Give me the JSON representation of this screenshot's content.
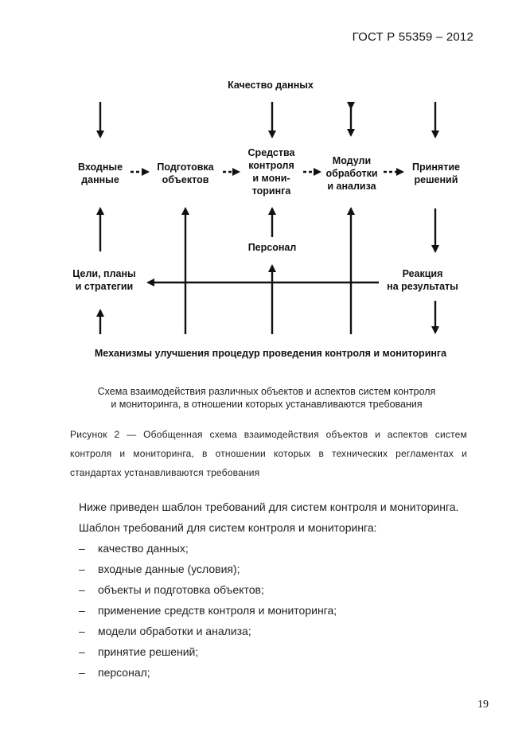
{
  "header": {
    "standard_number": "ГОСТ Р 55359 – 2012"
  },
  "diagram": {
    "top_label": "Качество данных",
    "bottom_label": "Механизмы улучшения процедур проведения контроля и мониторинга",
    "nodes": {
      "input_data": "Входные\nданные",
      "object_preparation": "Подготовка\nобъектов",
      "control_tools": "Средства\nконтроля\nи мони-\nторинга",
      "processing_modules": "Модули\nобработки\nи анализа",
      "decision_making": "Принятие\nрешений",
      "personnel": "Персонал",
      "goals": "Цели, планы\nи стратегии",
      "reaction": "Реакция\nна результаты"
    },
    "inner_caption": "Схема взаимодействия различных объектов и аспектов систем контроля\nи мониторинга, в отношении которых устанавливаются требования"
  },
  "figure_caption": "Рисунок 2 — Обобщенная схема взаимодействия объектов и аспектов систем контроля и мониторинга, в отношении которых в технических регламентах и стандартах устанавливаются требования",
  "body": {
    "intro": "Ниже приведен шаблон требований для систем контроля и мониторинга.",
    "template_title": "Шаблон требований для систем контроля и мониторинга:",
    "list_dash": "–",
    "list_items": [
      "качество данных;",
      "входные данные (условия);",
      "объекты и подготовка объектов;",
      "применение средств контроля и мониторинга;",
      "модели обработки и анализа;",
      "принятие решений;",
      "персонал;"
    ]
  },
  "page_number": "19"
}
